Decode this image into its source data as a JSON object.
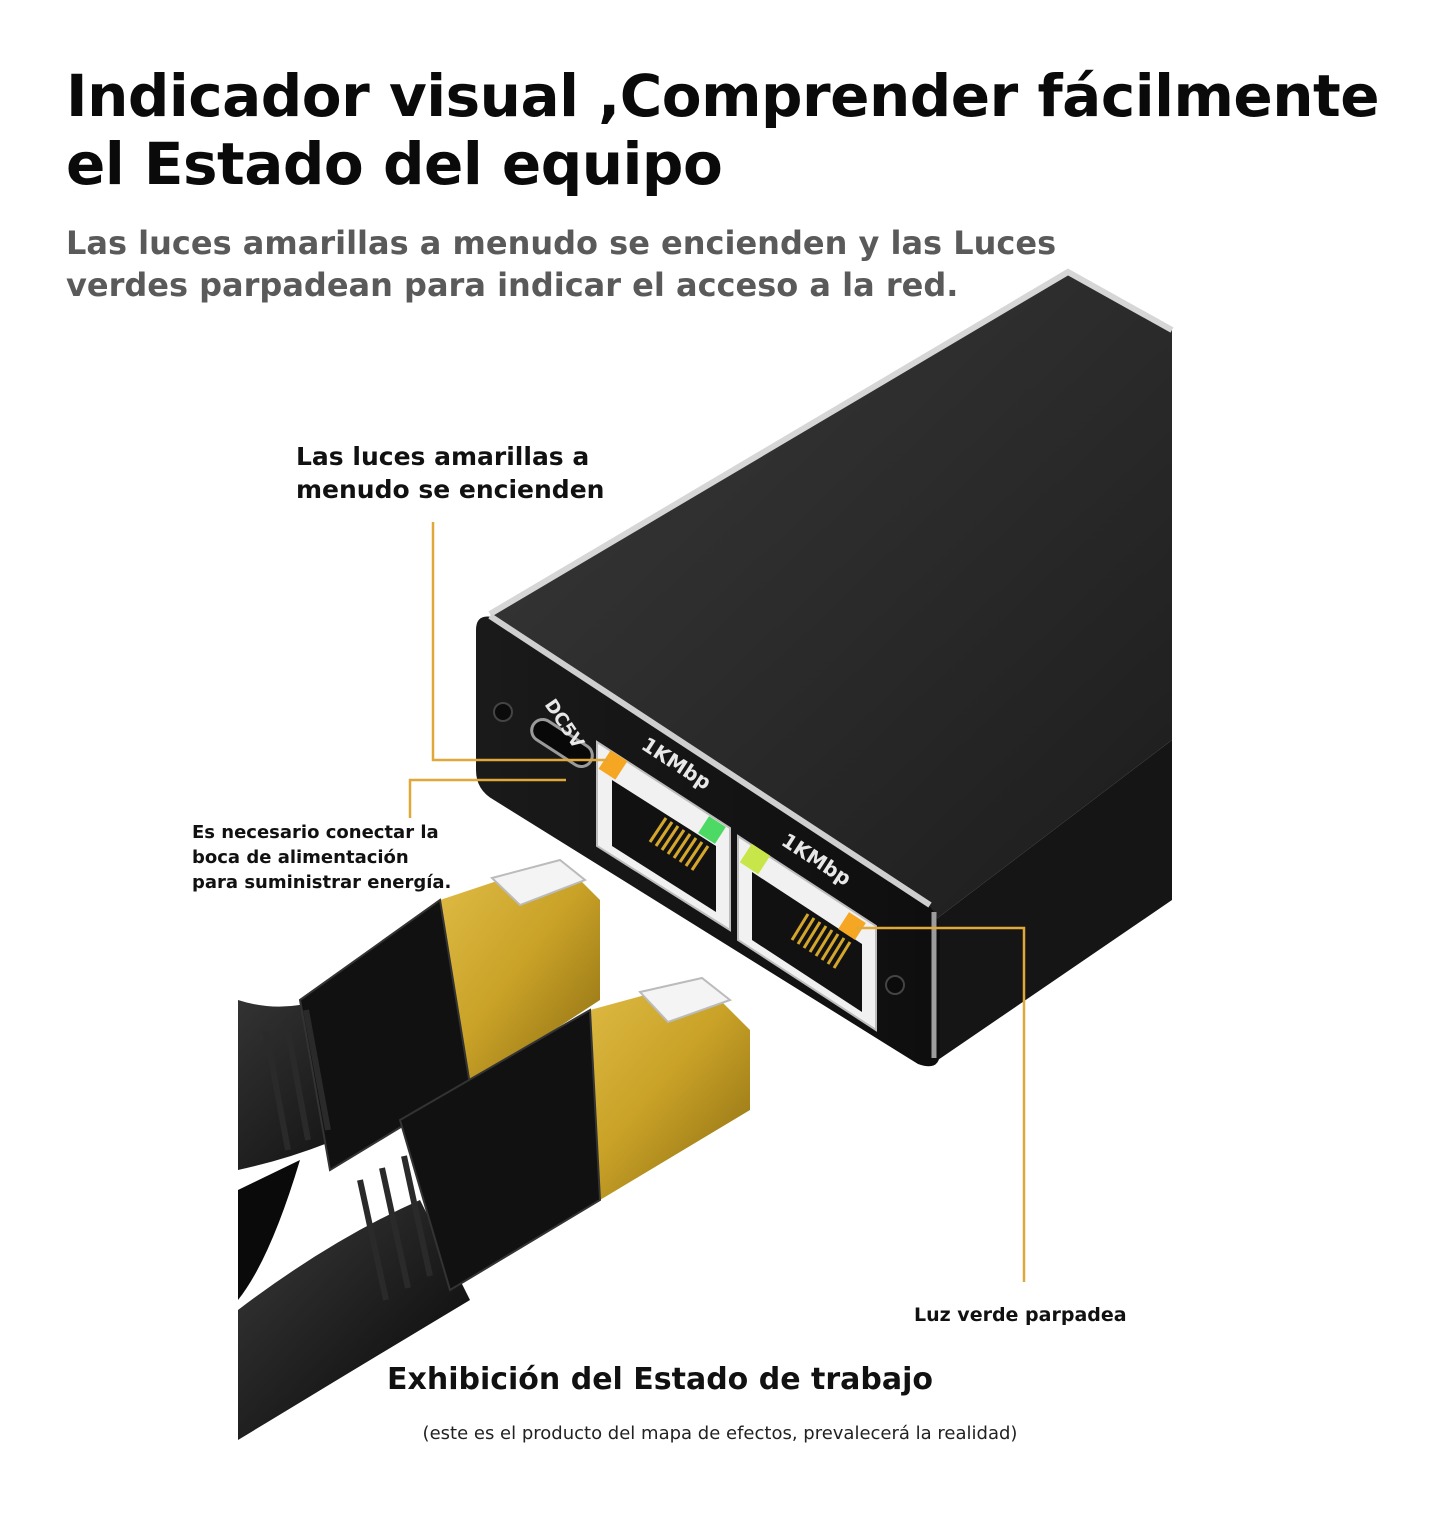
{
  "headline": {
    "line1": "Indicador visual ,Comprender fácilmente",
    "line2": "el Estado del equipo"
  },
  "subheadline": {
    "line1": "Las luces amarillas a menudo se encienden y las Luces",
    "line2": "verdes parpadean para indicar el acceso a la red."
  },
  "callouts": {
    "yellow_light": {
      "line1": "Las luces amarillas a",
      "line2": "menudo se encienden"
    },
    "power_port": {
      "line1": "Es necesario conectar la",
      "line2": "boca de alimentación",
      "line3": "para suministrar energía."
    },
    "green_light": "Luz verde parpadea"
  },
  "device": {
    "power_label": "DC5V",
    "port_label_1": "1KMbp",
    "port_label_2": "1KMbp"
  },
  "footer": {
    "title": "Exhibición del Estado de trabajo",
    "disclaimer": "(este es el producto del mapa de efectos, prevalecerá la realidad)"
  },
  "colors": {
    "leader_line": "#e0a83a",
    "led_yellow": "#f5a623",
    "led_green": "#4cd964",
    "plug_gold": "#c9a227",
    "housing": "#2a2a2a"
  },
  "icons": {
    "device": "ethernet-splitter-device",
    "cables": "rj45-cable-plugs"
  }
}
